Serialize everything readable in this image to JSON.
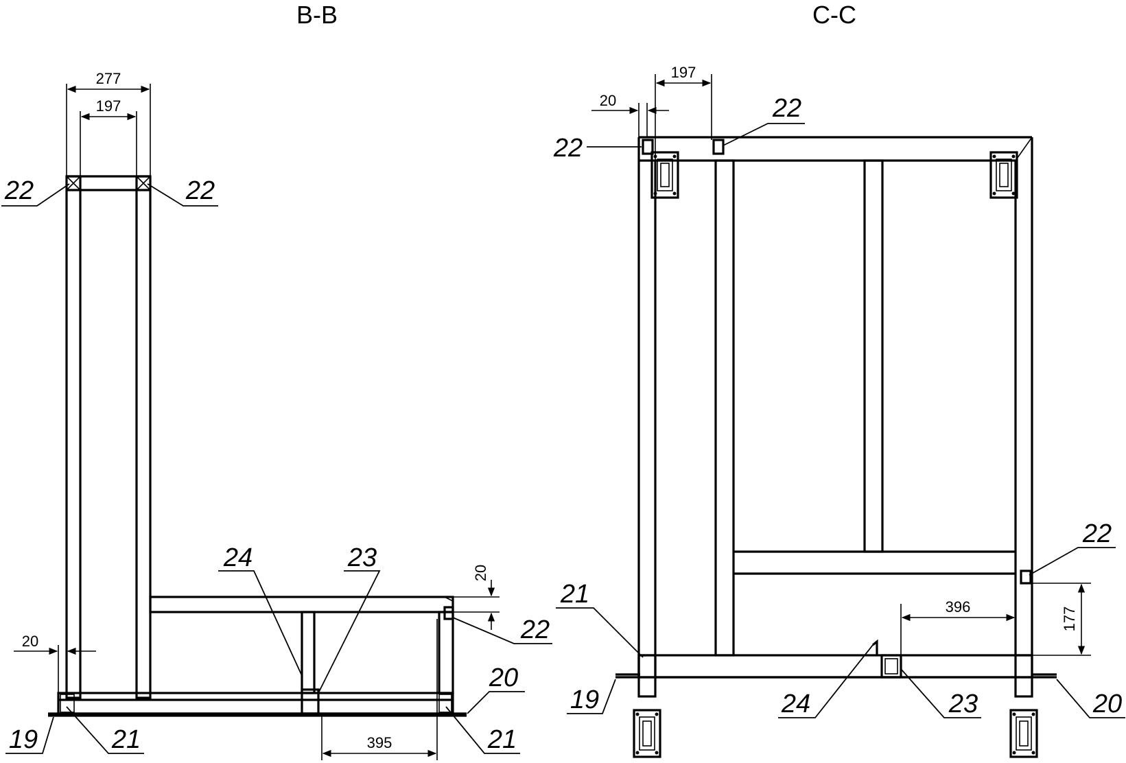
{
  "views": {
    "bb": {
      "title": "B-B"
    },
    "cc": {
      "title": "C-C"
    }
  },
  "dimensions": {
    "bb": {
      "width_277": "277",
      "width_197": "197",
      "thk_20_left": "20",
      "thk_20_right": "20",
      "dist_395": "395"
    },
    "cc": {
      "width_197": "197",
      "thk_20": "20",
      "dist_396": "396",
      "height_177": "177"
    }
  },
  "parts": {
    "p19": "19",
    "p20": "20",
    "p21": "21",
    "p22": "22",
    "p23": "23",
    "p24": "24"
  },
  "colors": {
    "line": "#000000",
    "background": "#ffffff"
  }
}
